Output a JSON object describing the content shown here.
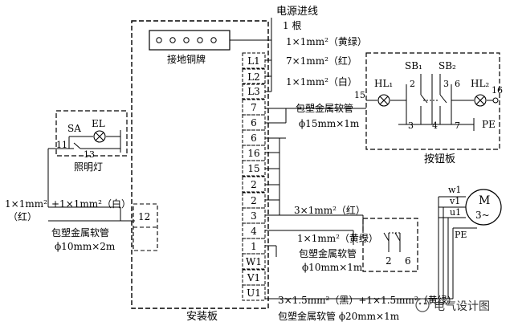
{
  "power_in": {
    "title": "电源进线",
    "count": "1 根",
    "ground_wire": "1×1mm²（黄绿）",
    "phase_red": "7×1mm²（红）",
    "phase_white": "1×1mm²（白）"
  },
  "ground_plate_label": "接地铜牌",
  "terminal_block": [
    "L1",
    "L2",
    "L3",
    "7",
    "6",
    "6",
    "16",
    "15",
    "2",
    "2",
    "3",
    "4",
    "1",
    "W1",
    "V1",
    "U1"
  ],
  "conduit_15": {
    "name": "包塑金属软管",
    "spec": "ϕ15mm×1m"
  },
  "button_board": {
    "title": "按钮板",
    "hl1": "HL₁",
    "hl2": "HL₂",
    "sb1": "SB₁",
    "sb2": "SB₂",
    "pe": "PE",
    "nodes": [
      "15",
      "2",
      "3",
      "4",
      "3",
      "6",
      "7",
      "16"
    ]
  },
  "lighting": {
    "title": "照明灯",
    "sa": "SA",
    "el": "EL",
    "n1": "11",
    "n2": "12",
    "n3": "13"
  },
  "left_cable": {
    "spec": "1×1mm²",
    "color": "（红）",
    "white": "+1×1mm²（白）",
    "conduit": "包塑金属软管",
    "conduit_spec": "ϕ10mm×2m"
  },
  "small_terminal": "12",
  "mid_red": "3×1mm²（红）",
  "mid_yellow_green": "1×1mm²（黄绿）",
  "conduit_10": {
    "name": "包塑金属软管",
    "spec": "ϕ10mm×1m"
  },
  "limit_switch": {
    "n1": "2",
    "n2": "6"
  },
  "motor": {
    "symbol": "M",
    "type": "3~",
    "w": "w1",
    "v": "v1",
    "u": "u1",
    "pe": "PE"
  },
  "motor_cable": "3×1.5mm²（黑）+1×1.5mm²（黄绿）",
  "conduit_20": "包塑金属软管 ϕ20mm×1m",
  "install_board_label": "安装板",
  "watermark": "电气设计图"
}
